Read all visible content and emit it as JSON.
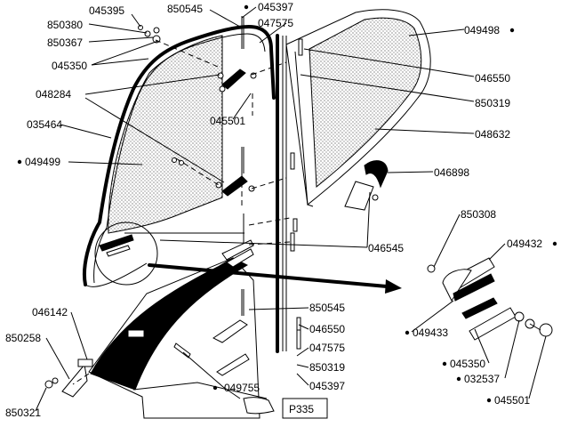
{
  "callouts": [
    {
      "id": "c1",
      "text": "045395"
    },
    {
      "id": "c2",
      "text": "850380"
    },
    {
      "id": "c3",
      "text": "850367"
    },
    {
      "id": "c4",
      "text": "045350"
    },
    {
      "id": "c5",
      "text": "048284"
    },
    {
      "id": "c6",
      "text": "035464"
    },
    {
      "id": "c7",
      "text": "049499"
    },
    {
      "id": "c8",
      "text": "850545"
    },
    {
      "id": "c9",
      "text": "045397"
    },
    {
      "id": "c10",
      "text": "047575"
    },
    {
      "id": "c11",
      "text": "049498"
    },
    {
      "id": "c12",
      "text": "046550"
    },
    {
      "id": "c13",
      "text": "850319"
    },
    {
      "id": "c14",
      "text": "045501"
    },
    {
      "id": "c15",
      "text": "048632"
    },
    {
      "id": "c16",
      "text": "046898"
    },
    {
      "id": "c17",
      "text": "850308"
    },
    {
      "id": "c18",
      "text": "049432"
    },
    {
      "id": "c19",
      "text": "046545"
    },
    {
      "id": "c20",
      "text": "049433"
    },
    {
      "id": "c21",
      "text": "850545"
    },
    {
      "id": "c22",
      "text": "046550"
    },
    {
      "id": "c23",
      "text": "047575"
    },
    {
      "id": "c24",
      "text": "850319"
    },
    {
      "id": "c25",
      "text": "045397"
    },
    {
      "id": "c26",
      "text": "045350"
    },
    {
      "id": "c27",
      "text": "032537"
    },
    {
      "id": "c28",
      "text": "045501"
    },
    {
      "id": "c29",
      "text": "046142"
    },
    {
      "id": "c30",
      "text": "850258"
    },
    {
      "id": "c31",
      "text": "850321"
    },
    {
      "id": "c32",
      "text": "049755"
    }
  ],
  "page_ref": "P335"
}
